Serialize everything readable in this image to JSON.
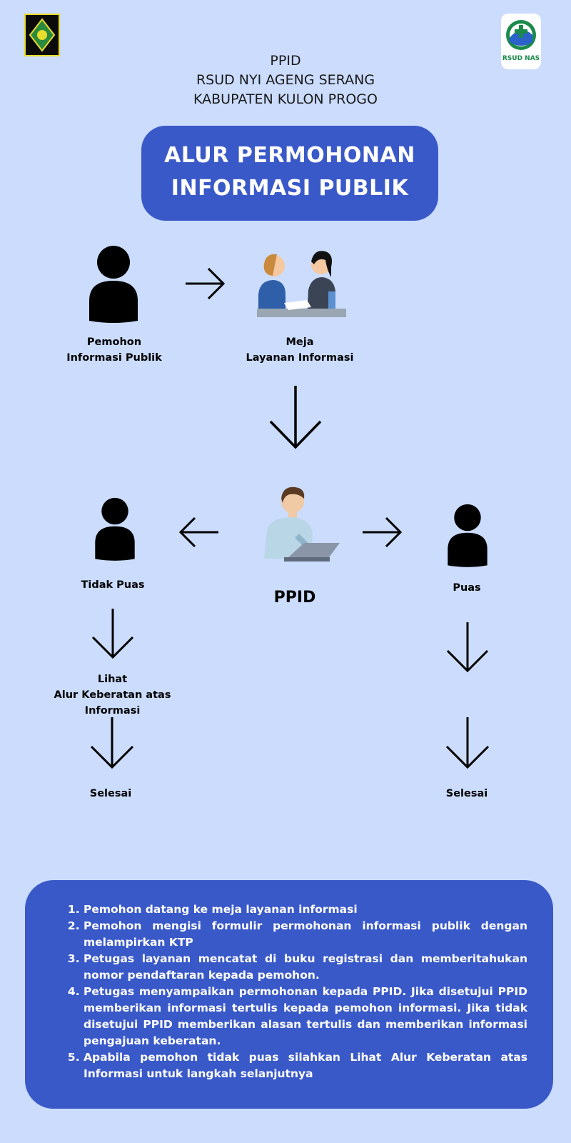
{
  "header": {
    "line1": "PPID",
    "line2": "RSUD NYI AGENG SERANG",
    "line3": "KABUPATEN KULON PROGO"
  },
  "logos": {
    "left_icon": "kulon-progo-emblem",
    "right_icon": "rsud-nas-logo",
    "right_text": "RSUD NAS"
  },
  "title": {
    "line1": "ALUR PERMOHONAN",
    "line2": "INFORMASI PUBLIK"
  },
  "flow": {
    "applicant": {
      "line1": "Pemohon",
      "line2": "Informasi Publik"
    },
    "desk": {
      "line1": "Meja",
      "line2": "Layanan Informasi"
    },
    "ppid": "PPID",
    "not_satisfied": "Tidak Puas",
    "satisfied": "Puas",
    "see_objection": {
      "line1": "Lihat",
      "line2": "Alur Keberatan atas Informasi"
    },
    "done_left": "Selesai",
    "done_right": "Selesai"
  },
  "steps": [
    "Pemohon datang ke meja layanan informasi",
    "Pemohon mengisi formulir permohonan informasi publik dengan melampirkan KTP",
    "Petugas layanan mencatat di buku registrasi dan memberitahukan nomor pendaftaran kepada pemohon.",
    "Petugas menyampaikan permohonan kepada PPID. Jika disetujui PPID memberikan informasi tertulis kepada pemohon informasi. Jika tidak disetujui PPID memberikan alasan tertulis dan memberikan informasi pengajuan keberatan.",
    "Apabila pemohon tidak puas silahkan Lihat Alur Keberatan atas Informasi untuk langkah selanjutnya"
  ],
  "colors": {
    "background": "#cbdcfd",
    "accent": "#3a59c8"
  }
}
